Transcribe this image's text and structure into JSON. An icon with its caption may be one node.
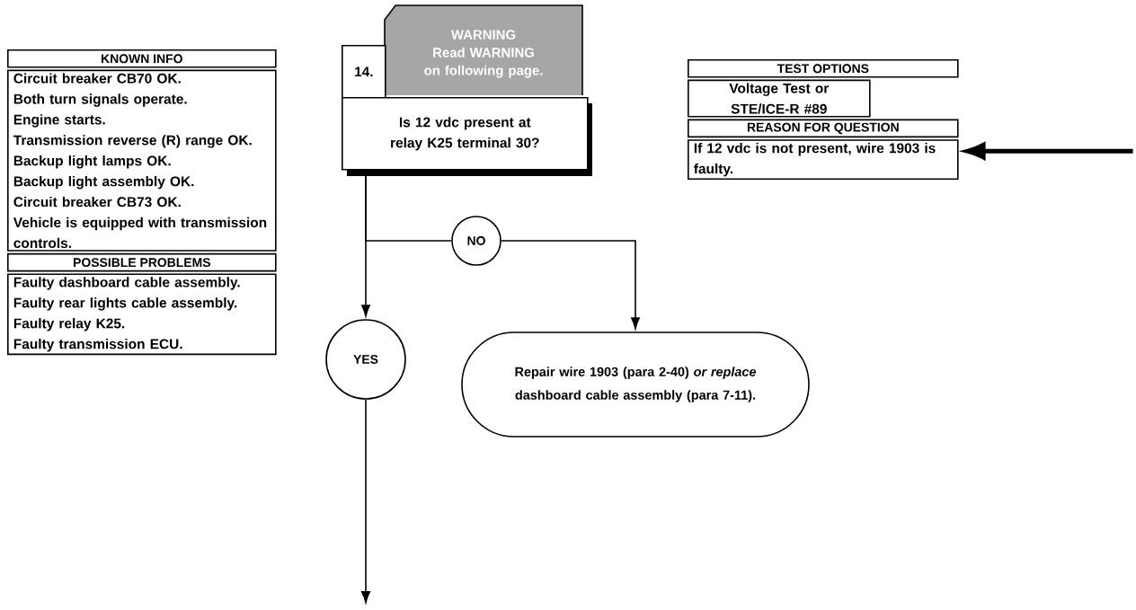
{
  "diagram": {
    "nodes": [
      {
        "text": [
          "KNOWN INFO",
          "Circuit breaker CB70 OK.",
          "Both turn signals operate.",
          "Engine starts.",
          "Transmission reverse (R) range OK.",
          "Backup light lamps OK.",
          "Backup light assembly OK.",
          "Circuit breaker CB73 OK.",
          "Vehicle is equipped with transmission controls."
        ]
      },
      {
        "text": [
          "POSSIBLE PROBLEMS",
          "Faulty dashboard cable assembly.",
          "Faulty rear lights cable assembly.",
          "Faulty relay K25.",
          "Faulty transmission ECU."
        ]
      },
      {
        "text": [
          "14.",
          "Is 12 vdc present at relay K25 terminal 30?"
        ]
      },
      {
        "text": [
          "WARNING",
          "Read WARNING on following page."
        ]
      },
      {
        "text": [
          "TEST OPTIONS",
          "Voltage Test or STE/ICE-R #89"
        ]
      },
      {
        "text": [
          "REASON FOR QUESTION",
          "If 12 vdc is not present, wire 1903 is faulty."
        ]
      },
      {
        "text": [
          "NO"
        ]
      },
      {
        "text": [
          "YES"
        ]
      },
      {
        "text": [
          "Repair wire 1903 (para 2-40) *or replace* dashboard cable assembly (para 7-11)."
        ]
      }
    ],
    "edges": [
      {
        "from": 2,
        "to": 6,
        "arrow": "none"
      },
      {
        "from": 6,
        "to": 8,
        "arrow": "to"
      },
      {
        "from": 2,
        "to": 7,
        "arrow": "to"
      },
      {
        "from": 7,
        "to": null,
        "arrow": "to"
      },
      {
        "from": null,
        "to": 5,
        "arrow": "to",
        "style": "thick"
      }
    ]
  }
}
